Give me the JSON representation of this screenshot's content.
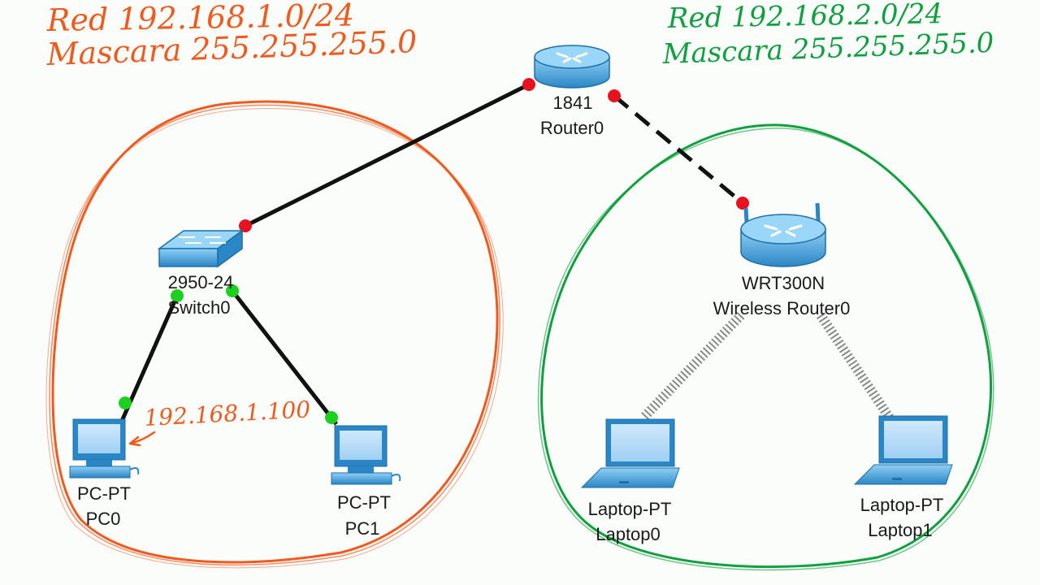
{
  "annotations": {
    "left_network": "Red 192.168.1.0/24",
    "left_mask": "Mascara 255.255.255.0",
    "right_network": "Red 192.168.2.0/24",
    "right_mask": "Mascara 255.255.255.0",
    "pc0_ip": "192.168.1.100"
  },
  "devices": {
    "router": {
      "model": "1841",
      "name": "Router0",
      "icon": "router-icon"
    },
    "switch": {
      "model": "2950-24",
      "name": "Switch0",
      "icon": "switch-icon"
    },
    "wireless_router": {
      "model": "WRT300N",
      "name": "Wireless Router0",
      "icon": "wireless-router-icon"
    },
    "pc0": {
      "model": "PC-PT",
      "name": "PC0",
      "icon": "desktop-pc-icon"
    },
    "pc1": {
      "model": "PC-PT",
      "name": "PC1",
      "icon": "desktop-pc-icon"
    },
    "laptop0": {
      "model": "Laptop-PT",
      "name": "Laptop0",
      "icon": "laptop-icon"
    },
    "laptop1": {
      "model": "Laptop-PT",
      "name": "Laptop1",
      "icon": "laptop-icon"
    }
  },
  "colors": {
    "left_ink": "#f05a1e",
    "right_ink": "#10a040",
    "link_down": "#e8121e",
    "link_up": "#1ed01e",
    "device_blue": "#3a9fd8"
  }
}
